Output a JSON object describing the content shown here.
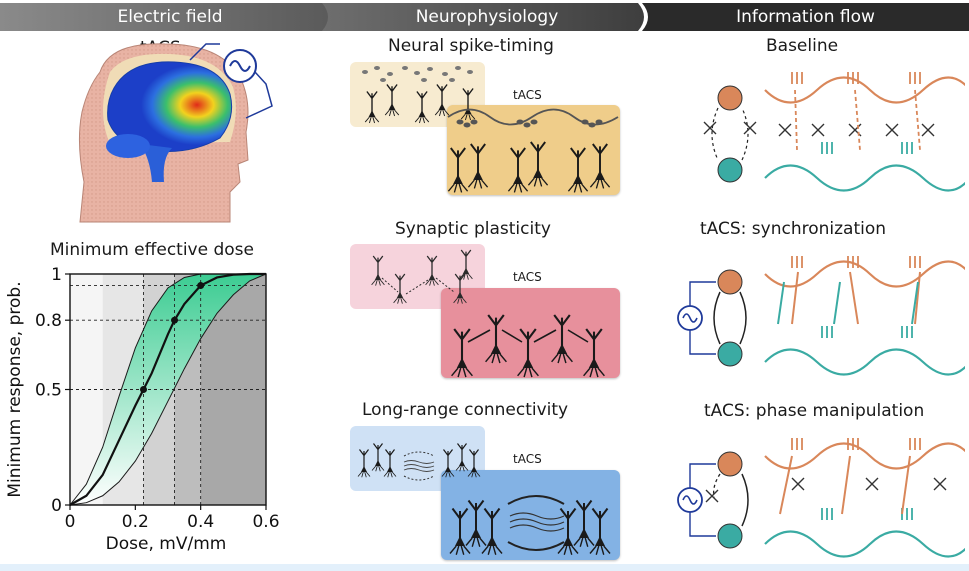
{
  "headers": {
    "electric_field": "Electric field",
    "neurophysiology": "Neurophysiology",
    "information_flow": "Information flow"
  },
  "electric_field": {
    "tacs_label": "tACS"
  },
  "dose_chart": {
    "title": "Minimum effective dose",
    "xlabel": "Dose, mV/mm",
    "ylabel": "Minimum response, prob.",
    "xticks": [
      "0",
      "0.2",
      "0.4",
      "0.6"
    ],
    "yticks": [
      "0",
      "0.5",
      "0.8",
      "1"
    ]
  },
  "chart_data": {
    "type": "line",
    "title": "Minimum effective dose",
    "xlabel": "Dose, mV/mm",
    "ylabel": "Minimum response, prob.",
    "xlim": [
      0,
      0.6
    ],
    "ylim": [
      0,
      1
    ],
    "series": [
      {
        "x": [
          0,
          0.05,
          0.1,
          0.15,
          0.2,
          0.225,
          0.25,
          0.3,
          0.32,
          0.35,
          0.4,
          0.45,
          0.5,
          0.55,
          0.6
        ],
        "values": [
          0,
          0.04,
          0.13,
          0.28,
          0.43,
          0.5,
          0.57,
          0.74,
          0.8,
          0.87,
          0.95,
          0.985,
          0.997,
          1,
          1
        ]
      }
    ],
    "marked_points": [
      {
        "x": 0.225,
        "y": 0.5
      },
      {
        "x": 0.32,
        "y": 0.8
      },
      {
        "x": 0.4,
        "y": 0.95
      }
    ],
    "band": {
      "upper": [
        0,
        0.09,
        0.25,
        0.47,
        0.68,
        0.84,
        0.94,
        0.985,
        1,
        1,
        1,
        1,
        1
      ],
      "lower": [
        0,
        0.01,
        0.04,
        0.1,
        0.19,
        0.31,
        0.45,
        0.59,
        0.72,
        0.83,
        0.91,
        0.97,
        1
      ],
      "x": [
        0,
        0.05,
        0.1,
        0.15,
        0.2,
        0.25,
        0.3,
        0.35,
        0.4,
        0.45,
        0.5,
        0.55,
        0.6
      ]
    },
    "shaded_regions": [
      [
        0,
        0.1
      ],
      [
        0.1,
        0.225
      ],
      [
        0.225,
        0.32
      ],
      [
        0.32,
        0.4
      ],
      [
        0.4,
        0.6
      ]
    ],
    "grid": false
  },
  "neurophysiology": {
    "spike_timing": {
      "title": "Neural spike-timing",
      "tacs_label": "tACS"
    },
    "plasticity": {
      "title": "Synaptic plasticity",
      "tacs_label": "tACS"
    },
    "connectivity": {
      "title": "Long-range connectivity",
      "tacs_label": "tACS"
    }
  },
  "information_flow": {
    "baseline": {
      "title": "Baseline"
    },
    "synchronization": {
      "title": "tACS: synchronization"
    },
    "phase_manipulation": {
      "title": "tACS: phase manipulation"
    }
  },
  "colors": {
    "header_dark": "#3a3a3a",
    "header_light": "#7a7a7a",
    "accent_orange": "#d9875a",
    "accent_teal": "#3aaba3",
    "spike_panel_light": "#f7ebd0",
    "spike_panel_dark": "#efcd8a",
    "plasticity_light": "#f6d3dc",
    "plasticity_dark": "#e7909c",
    "connectivity_light": "#cfe1f5",
    "connectivity_dark": "#83b2e4",
    "curve_band": "#3ccc92",
    "stimulator": "#1f3a9a"
  }
}
